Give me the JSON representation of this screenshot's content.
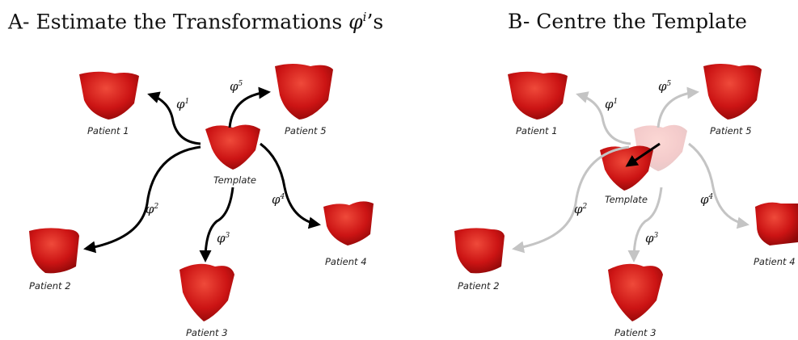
{
  "panel_a": {
    "title_prefix": "A- Estimate the Transformations ",
    "title_symbol": "φ",
    "title_sup": "i",
    "title_suffix": "’s",
    "template_label": "Template",
    "patients": [
      {
        "label": "Patient 1",
        "phi_sup": "1"
      },
      {
        "label": "Patient 2",
        "phi_sup": "2"
      },
      {
        "label": "Patient 3",
        "phi_sup": "3"
      },
      {
        "label": "Patient 4",
        "phi_sup": "4"
      },
      {
        "label": "Patient 5",
        "phi_sup": "5"
      }
    ],
    "arrow_color": "#000000"
  },
  "panel_b": {
    "title": "B- Centre the Template",
    "template_label": "Template",
    "patients": [
      {
        "label": "Patient 1",
        "phi_sup": "1"
      },
      {
        "label": "Patient 2",
        "phi_sup": "2"
      },
      {
        "label": "Patient 3",
        "phi_sup": "3"
      },
      {
        "label": "Patient 4",
        "phi_sup": "4"
      },
      {
        "label": "Patient 5",
        "phi_sup": "5"
      }
    ],
    "arrow_color": "#c4c4c4",
    "center_arrow_color": "#000000"
  },
  "phi_symbol": "φ",
  "heart_color": "#d81e1e"
}
